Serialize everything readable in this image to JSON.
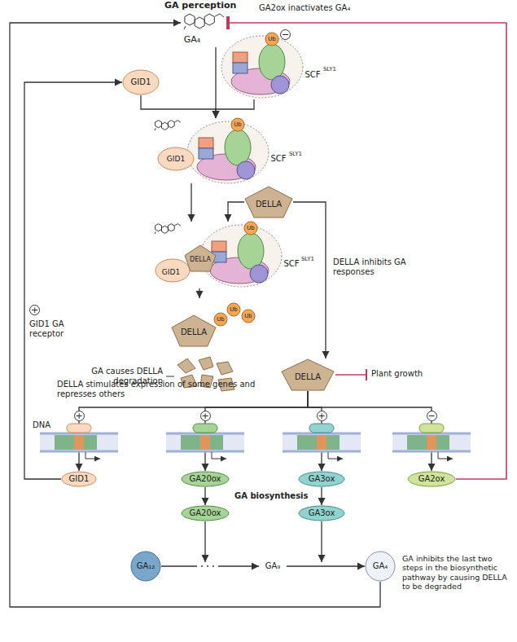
{
  "diagram": {
    "title": "GA perception",
    "nodes": [
      {
        "text": [
          "GA₄"
        ]
      },
      {
        "text": [
          "GID1"
        ]
      },
      {
        "text": [
          "Ub",
          "SCF",
          "SLY1"
        ]
      },
      {
        "text": [
          "GID1",
          "Ub",
          "SCF",
          "SLY1"
        ]
      },
      {
        "text": [
          "DELLA"
        ]
      },
      {
        "text": [
          "GID1",
          "DELLA",
          "Ub",
          "SCF",
          "SLY1"
        ]
      },
      {
        "text": [
          "DELLA",
          "Ub",
          "Ub",
          "Ub"
        ]
      },
      {
        "text": [
          "DELLA"
        ]
      },
      {
        "text": [
          "GID1"
        ]
      },
      {
        "text": [
          "GA20ox"
        ]
      },
      {
        "text": [
          "GA20ox"
        ]
      },
      {
        "text": [
          "GA3ox"
        ]
      },
      {
        "text": [
          "GA3ox"
        ]
      },
      {
        "text": [
          "GA2ox"
        ]
      },
      {
        "text": [
          "GA₁₂"
        ]
      },
      {
        "text": [
          "GA₉"
        ]
      },
      {
        "text": [
          "GA₄"
        ]
      }
    ],
    "edges": [
      {
        "from": 1,
        "to": 3,
        "arrow": "to"
      },
      {
        "from": 2,
        "to": 3,
        "arrow": "to"
      },
      {
        "from": 0,
        "to": 3,
        "arrow": "to"
      },
      {
        "from": 3,
        "to": 5,
        "arrow": "to"
      },
      {
        "from": 4,
        "to": 5,
        "arrow": "to"
      },
      {
        "from": 5,
        "to": 6,
        "arrow": "to"
      },
      {
        "from": 4,
        "to": 7,
        "label": "DELLA inhibits GA responses",
        "arrow": "to"
      },
      {
        "from": 7,
        "to": 8,
        "arrow": "to"
      },
      {
        "from": 7,
        "to": 9,
        "arrow": "to"
      },
      {
        "from": 7,
        "to": 11,
        "arrow": "to"
      },
      {
        "from": 7,
        "to": 13,
        "arrow": "to"
      },
      {
        "from": 9,
        "to": 10,
        "arrow": "to"
      },
      {
        "from": 11,
        "to": 12,
        "arrow": "to"
      },
      {
        "from": 14,
        "to": 15,
        "arrow": "to"
      },
      {
        "from": 15,
        "to": 16,
        "arrow": "to"
      },
      {
        "from": 8,
        "to": 1,
        "arrow": "to"
      },
      {
        "from": 16,
        "to": 0,
        "arrow": "to"
      },
      {
        "from": 13,
        "to": 0,
        "arrow": "to"
      }
    ],
    "labels": [
      "−",
      "GA2ox inactivates GA₄",
      "+",
      "GID1 GA receptor",
      "GA causes DELLA degradation",
      "DELLA stimulates expression of some genes and represses others",
      "+",
      "+",
      "+",
      "−",
      "DNA",
      "Plant growth",
      "GA biosynthesis",
      "GA inhibits the last two steps in the biosynthetic pathway by causing DELLA to be degraded"
    ]
  }
}
